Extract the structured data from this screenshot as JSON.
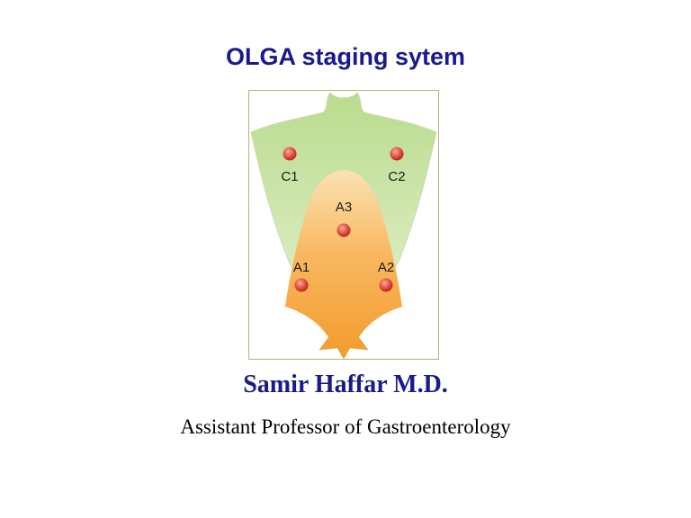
{
  "slide": {
    "title": "OLGA staging sytem",
    "author": "Samir Haffar M.D.",
    "role": "Assistant Professor of Gastroenterology"
  },
  "figure": {
    "sites": [
      {
        "label": "C1",
        "region": "corpus"
      },
      {
        "label": "C2",
        "region": "corpus"
      },
      {
        "label": "A3",
        "region": "antrum"
      },
      {
        "label": "A1",
        "region": "antrum"
      },
      {
        "label": "A2",
        "region": "antrum"
      }
    ],
    "colors": {
      "corpus": "#c9e3a4",
      "antrum": "#f7a94a",
      "biopsy_dot": "#e2453b",
      "title": "#1a1a8c"
    }
  }
}
